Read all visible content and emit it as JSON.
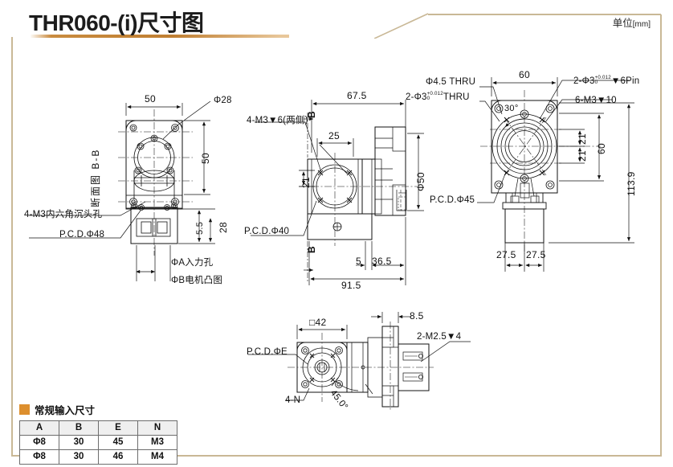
{
  "header": {
    "title": "THR060-(i)尺寸图",
    "unit_prefix": "单位",
    "unit_value": "[mm]"
  },
  "accent_colors": {
    "title_underline": "#c07f32",
    "frame": "#c9b896",
    "table_swatch": "#dd8f2e",
    "line": "#1a1a1a"
  },
  "views": {
    "left": {
      "section_label": "断面图 B-B",
      "dims": {
        "width_50": "50",
        "height_50": "50",
        "dia_28": "Φ28",
        "d_5_5": "5.5",
        "d_28": "28"
      },
      "callouts": {
        "countersink": "4-M3内六角沉头孔",
        "pcd_48": "P.C.D.Φ48",
        "input_hole": "ΦA入力孔",
        "motor_boss": "ΦB电机凸图"
      }
    },
    "middle": {
      "dims": {
        "total_67_5": "67.5",
        "d_25": "25",
        "d_21": "21",
        "dia_50": "Φ50",
        "d_5": "5",
        "d_36_5": "36.5",
        "total_91_5": "91.5",
        "section_mark_top": "B",
        "section_mark_bottom": "B"
      },
      "callouts": {
        "tap_m3": "4-M3▼6(两侧)",
        "pcd_40": "P.C.D.Φ40"
      }
    },
    "right": {
      "dims": {
        "w_60": "60",
        "angle_30": "30°",
        "h_21_top": "21",
        "h_21_bot": "21",
        "h_60": "60",
        "h_113_9": "113.9",
        "b_27_5_l": "27.5",
        "b_27_5_r": "27.5"
      },
      "callouts": {
        "thru_4_5": "Φ4.5 THRU",
        "thru_2_phi3": "2-Φ3",
        "thru_2_phi3_tol_up": "+0.012",
        "thru_2_phi3_tol_lo": "0",
        "thru_2_phi3_suffix": "THRU",
        "pin_2_phi3": "2-Φ3",
        "pin_tol_up": "+0.012",
        "pin_tol_lo": "0",
        "pin_suffix": "▼6Pin",
        "tap_6_m3": "6-M3▼10",
        "pcd_45": "P.C.D.Φ45"
      }
    },
    "bottom": {
      "dims": {
        "sq_42": "□42",
        "d_8_5": "8.5",
        "angle_45": "45.0°"
      },
      "callouts": {
        "pcd_e": "P.C.D.ΦE",
        "tap_2_m25": "2-M2.5▼4",
        "holes_4_n": "4-N"
      }
    }
  },
  "spec_table": {
    "title": "常规输入尺寸",
    "headers": [
      "A",
      "B",
      "E",
      "N"
    ],
    "rows": [
      [
        "Φ8",
        "30",
        "45",
        "M3"
      ],
      [
        "Φ8",
        "30",
        "46",
        "M4"
      ]
    ]
  }
}
